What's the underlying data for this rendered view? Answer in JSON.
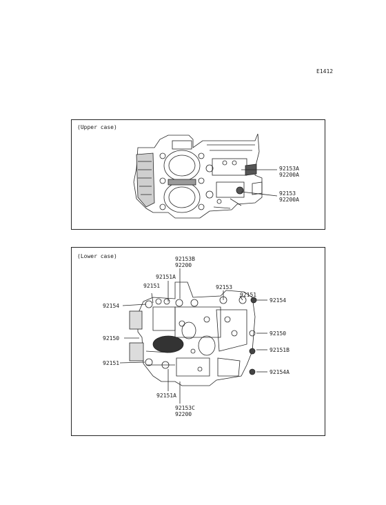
{
  "page_code": "E1412",
  "upper_panel": {
    "title": "(Upper case)",
    "callouts": [
      "92153A",
      "92200A",
      "92153",
      "92200A"
    ]
  },
  "lower_panel": {
    "title": "(Lower case)",
    "callouts": [
      "92153B",
      "92200",
      "92151A",
      "92151",
      "92153",
      "92151",
      "92154",
      "92154",
      "92150",
      "92150",
      "92151B",
      "92151",
      "92154A",
      "92151A",
      "92153C",
      "92200"
    ]
  }
}
